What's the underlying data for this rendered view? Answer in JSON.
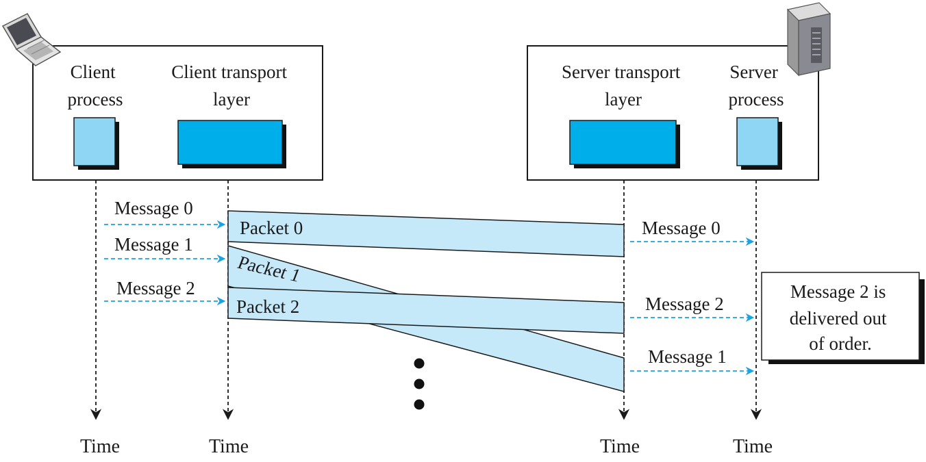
{
  "client": {
    "process_label": [
      "Client",
      "process"
    ],
    "transport_label": [
      "Client transport",
      "layer"
    ],
    "device_icon": "laptop-icon"
  },
  "server": {
    "transport_label": [
      "Server transport",
      "layer"
    ],
    "process_label": [
      "Server",
      "process"
    ],
    "device_icon": "server-tower-icon"
  },
  "sent_messages": [
    "Message 0",
    "Message 1",
    "Message 2"
  ],
  "packets": [
    "Packet 0",
    "Packet 1",
    "Packet 2"
  ],
  "delivered_messages": [
    "Message 0",
    "Message 2",
    "Message 1"
  ],
  "note": [
    "Message 2 is",
    "delivered out",
    "of order."
  ],
  "time_labels": [
    "Time",
    "Time",
    "Time",
    "Time"
  ],
  "colors": {
    "process_box": "#8fd6f5",
    "transport_box": "#00aeea",
    "packet_fill": "#c6e9fa",
    "arrow": "#1aa3e0",
    "shadow": "#111111",
    "outline": "#1a1a1a"
  }
}
